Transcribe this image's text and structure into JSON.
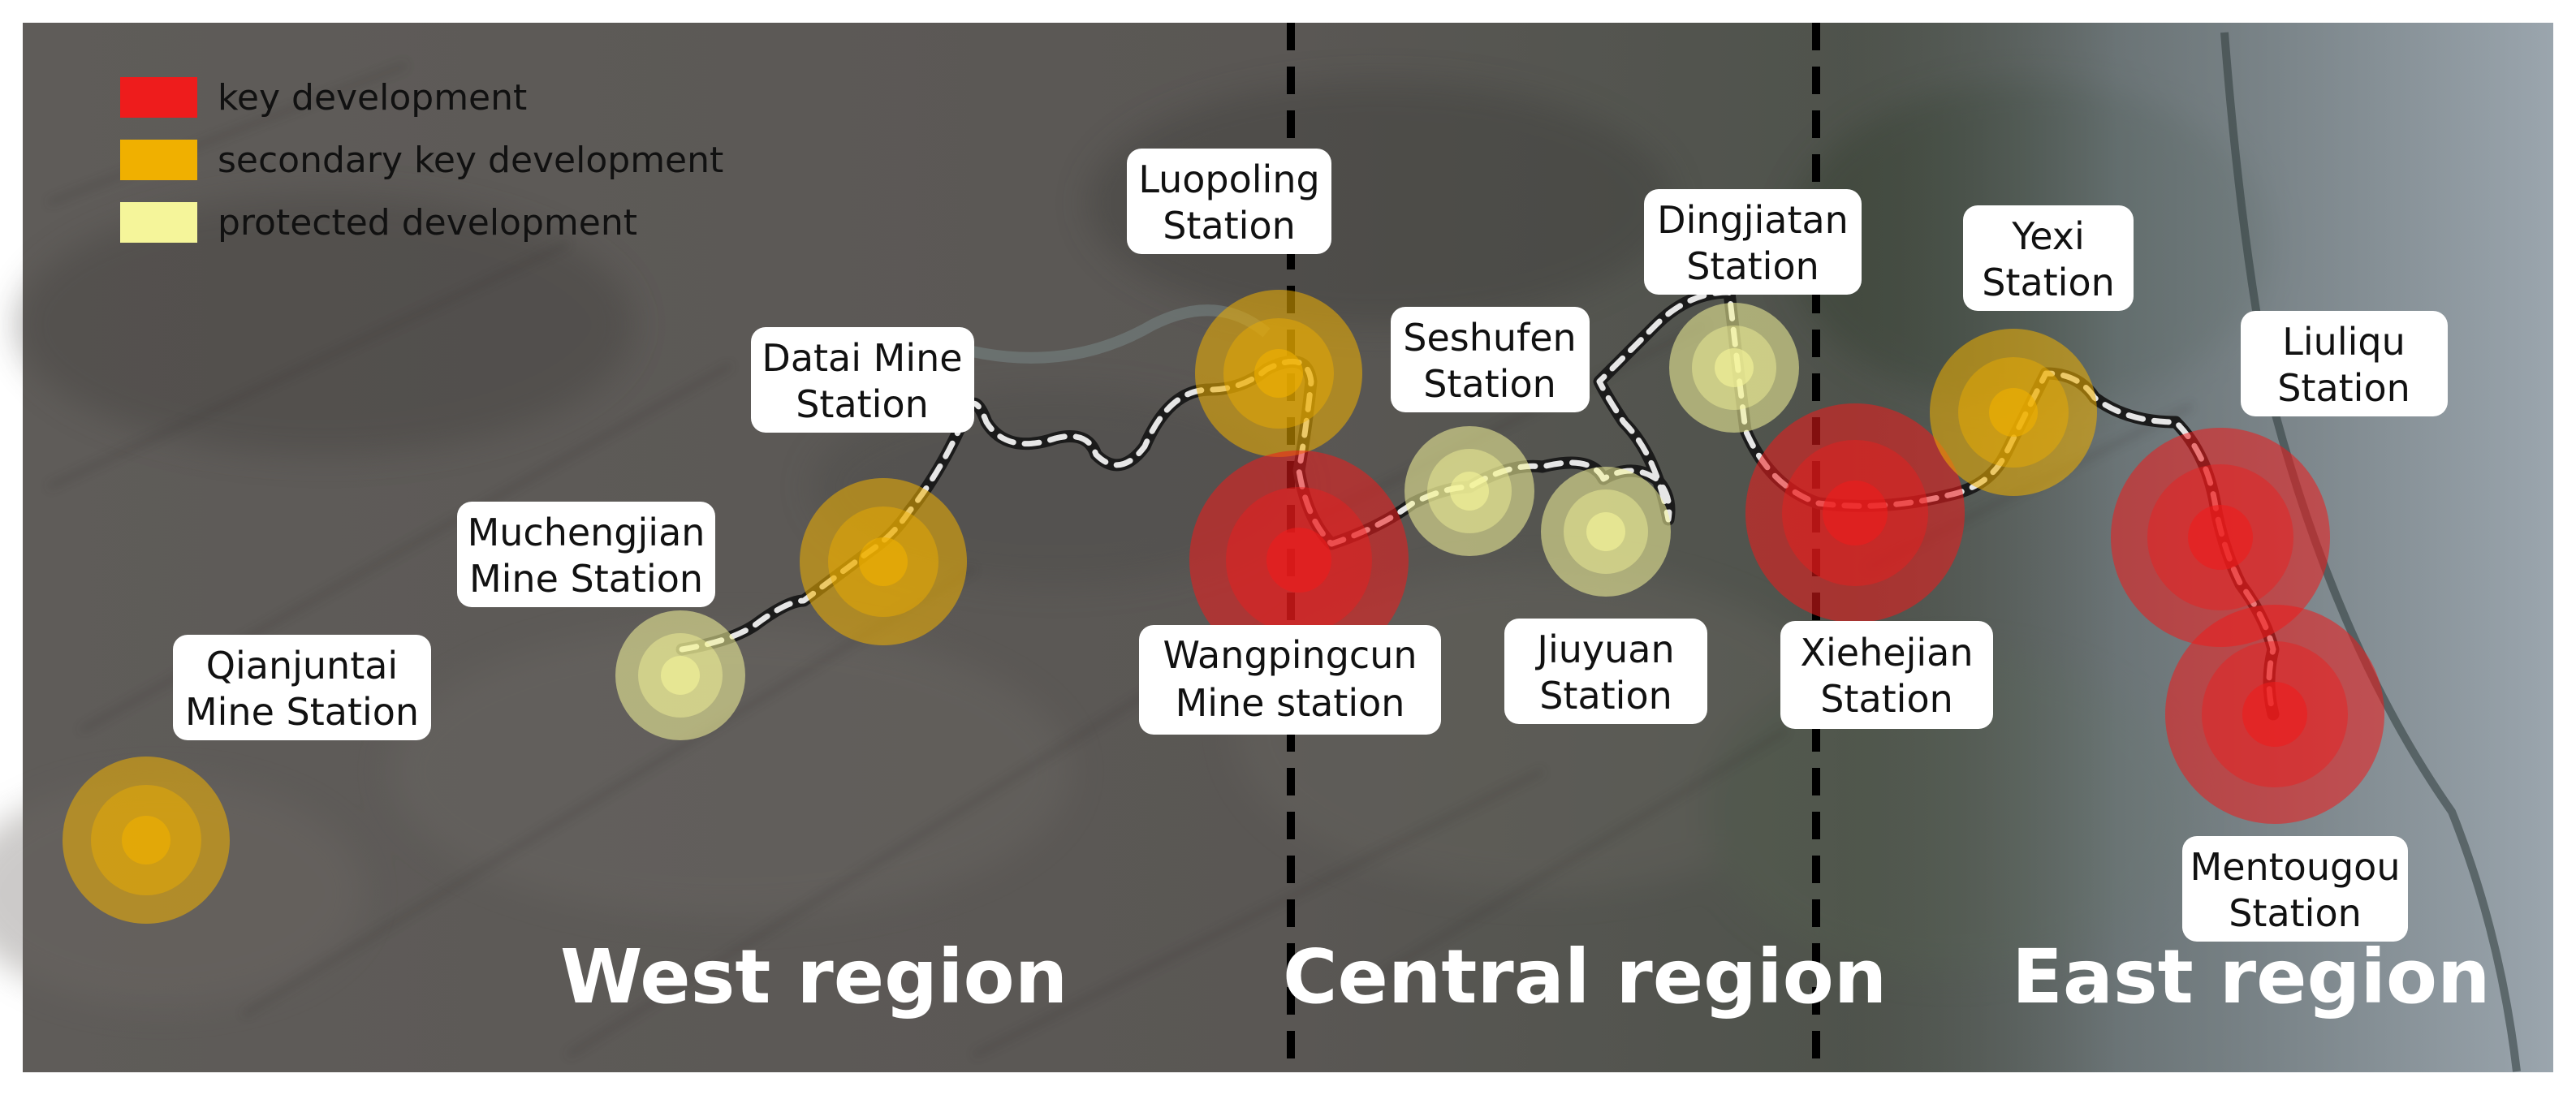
{
  "legend": {
    "key": "key development",
    "secondary": "secondary key development",
    "protected": "protected development"
  },
  "colors": {
    "key": "#ee1c1c",
    "secondary": "#f0b000",
    "protected": "#f5f59a"
  },
  "regions": {
    "west": "West region",
    "central": "Central region",
    "east": "East region"
  },
  "stations": {
    "qianjuntai": {
      "line1": "Qianjuntai",
      "line2": "Mine Station",
      "level": "secondary"
    },
    "muchengjian": {
      "line1": "Muchengjian",
      "line2": "Mine Station",
      "level": "protected"
    },
    "datai": {
      "line1": "Datai Mine",
      "line2": "Station",
      "level": "secondary"
    },
    "luopoling": {
      "line1": "Luopoling",
      "line2": "Station",
      "level": "secondary"
    },
    "wangpingcun": {
      "line1": "Wangpingcun",
      "line2": "Mine station",
      "level": "key"
    },
    "seshufen": {
      "line1": "Seshufen",
      "line2": "Station",
      "level": "protected"
    },
    "jiuyuan": {
      "line1": "Jiuyuan",
      "line2": "Station",
      "level": "protected"
    },
    "dingjiatan": {
      "line1": "Dingjiatan",
      "line2": "Station",
      "level": "protected"
    },
    "xiehejian": {
      "line1": "Xiehejian",
      "line2": "Station",
      "level": "key"
    },
    "yexi": {
      "line1": "Yexi",
      "line2": "Station",
      "level": "secondary"
    },
    "liuliqu": {
      "line1": "Liuliqu",
      "line2": "Station",
      "level": "key"
    },
    "mentougou": {
      "line1": "Mentougou",
      "line2": "Station",
      "level": "key"
    }
  }
}
